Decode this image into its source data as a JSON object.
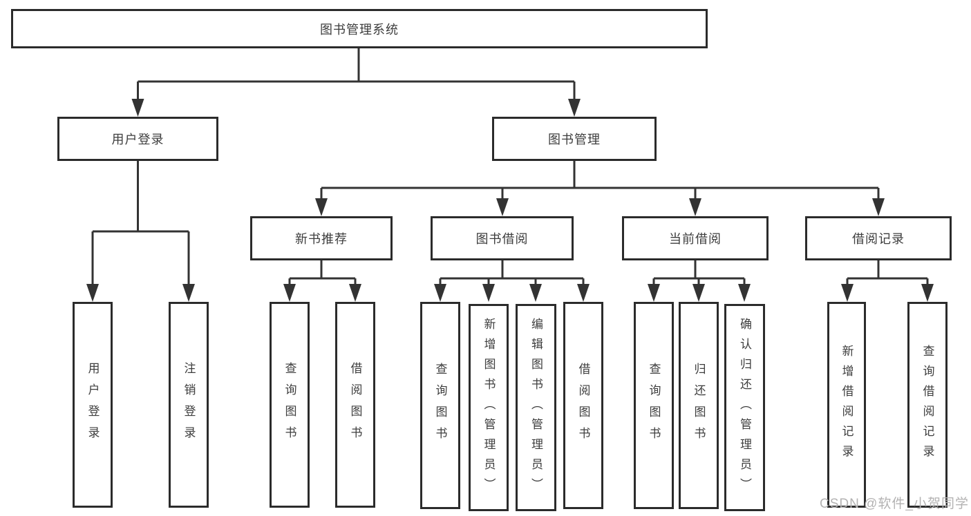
{
  "diagram": {
    "tree": {
      "label": "图书管理系统",
      "children": [
        {
          "label": "用户登录",
          "children": [
            {
              "label": "用户登录"
            },
            {
              "label": "注销登录"
            }
          ]
        },
        {
          "label": "图书管理",
          "children": [
            {
              "label": "新书推荐",
              "children": [
                {
                  "label": "查询图书"
                },
                {
                  "label": "借阅图书"
                }
              ]
            },
            {
              "label": "图书借阅",
              "children": [
                {
                  "label": "查询图书"
                },
                {
                  "label": "新增图书（管理员）"
                },
                {
                  "label": "编辑图书（管理员）"
                },
                {
                  "label": "借阅图书"
                }
              ]
            },
            {
              "label": "当前借阅",
              "children": [
                {
                  "label": "查询图书"
                },
                {
                  "label": "归还图书"
                },
                {
                  "label": "确认归还（管理员）"
                }
              ]
            },
            {
              "label": "借阅记录",
              "children": [
                {
                  "label": "新增借阅记录"
                },
                {
                  "label": "查询借阅记录"
                }
              ]
            }
          ]
        }
      ]
    },
    "colors": {
      "line": "#333333",
      "box_border": "#2b2b2b",
      "box_fill": "#ffffff",
      "text": "#3d3d3d",
      "background": "#ffffff",
      "watermark": "#b3b2b2"
    }
  },
  "watermark": {
    "text": "CSDN @软件_小贺同学"
  }
}
